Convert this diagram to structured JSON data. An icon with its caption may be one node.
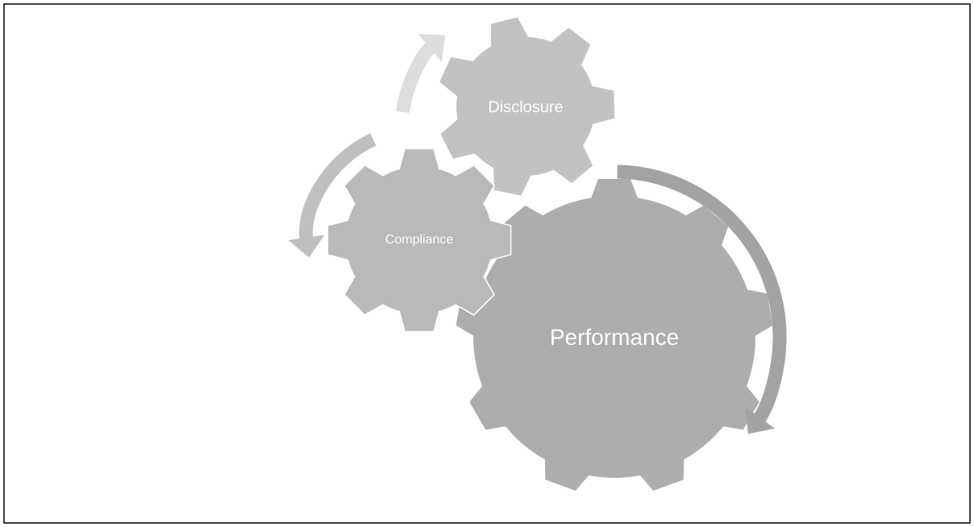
{
  "diagram": {
    "nodes": [
      {
        "text": [
          "Disclosure"
        ]
      },
      {
        "text": [
          "Compliance"
        ]
      },
      {
        "text": [
          "Performance"
        ]
      }
    ]
  }
}
